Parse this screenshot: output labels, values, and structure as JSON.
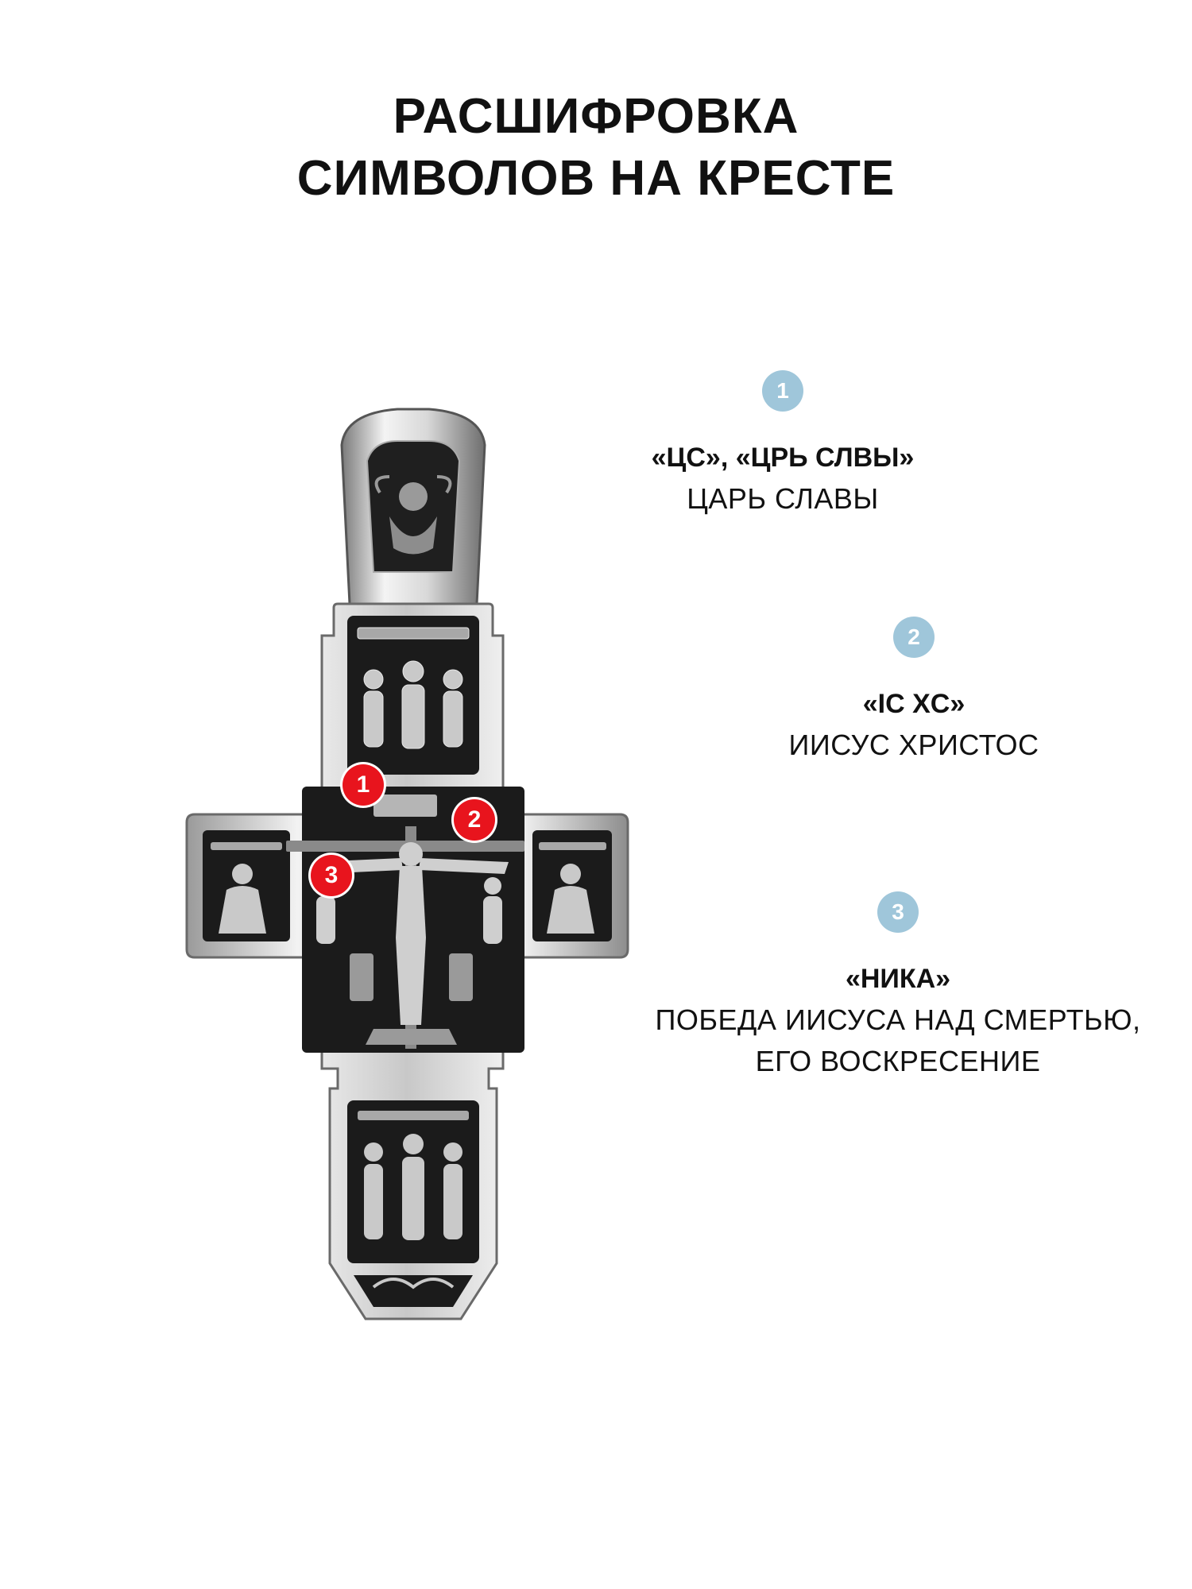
{
  "title": {
    "line1": "РАСШИФРОВКА",
    "line2": "СИМВОЛОВ НА КРЕСТЕ"
  },
  "markers": [
    "1",
    "2",
    "3"
  ],
  "legend": [
    {
      "num": "1",
      "head": "«ЦС», «ЦРЬ СЛВЫ»",
      "desc": "ЦАРЬ СЛАВЫ",
      "desc2": ""
    },
    {
      "num": "2",
      "head": "«IC XC»",
      "desc": "ИИСУС ХРИСТОС",
      "desc2": ""
    },
    {
      "num": "3",
      "head": "«НИКА»",
      "desc": "ПОБЕДА ИИСУСА НАД СМЕРТЬЮ,",
      "desc2": "ЕГО ВОСКРЕСЕНИЕ"
    }
  ],
  "colors": {
    "marker": "#e8141d",
    "legend_number": "#9fc6da",
    "silver": "#d9d9d9",
    "enamel": "#1b1b1b"
  }
}
